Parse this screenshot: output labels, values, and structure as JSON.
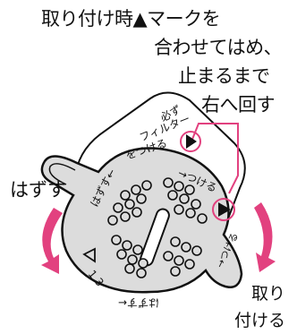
{
  "instruction": {
    "line1": "取り付け時▲マークを",
    "line2": "合わせてはめ、",
    "line3": "止まるまで",
    "line4": "右へ回す"
  },
  "arrows": {
    "remove_label": "はずす",
    "attach_label_line1": "取り",
    "attach_label_line2": "付ける"
  },
  "guide_plate": {
    "line1": "必ず",
    "line2": "フィルター",
    "line3": "をつける"
  },
  "filter_cap": {
    "text_remove": "はずす←",
    "text_attach": "→つける",
    "text_attach_lower": "→つける",
    "text_remove_lower": "はずす←",
    "model_number": "1.3"
  },
  "colors": {
    "arrow_pink": "#e2417f",
    "cap_fill": "#dcdcdc",
    "outline": "#111111"
  }
}
